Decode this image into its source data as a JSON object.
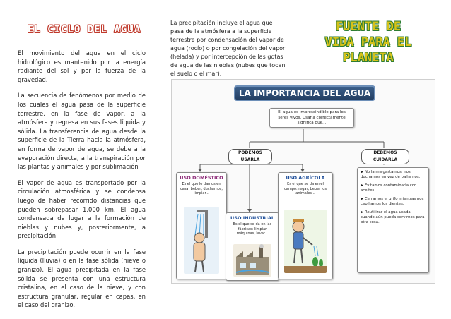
{
  "left": {
    "title": "EL CICLO DEL AGUA",
    "paragraphs": [
      "El movimiento del agua en el ciclo hidrológico es mantenido por la energía radiante del sol y por la fuerza de la gravedad.",
      "La secuencia de fenómenos por medio de los cuales el agua pasa de la superficie terrestre, en la fase de vapor, a la atmósfera y regresa en sus fases líquida y sólida. La transferencia de agua desde la superficie de la Tierra hacia la atmósfera, en forma de vapor de agua, se debe a la evaporación directa, a la transpiración por las plantas y animales y por sublimación",
      "El vapor de agua es transportado por la circulación atmosférica y se condensa luego de haber recorrido distancias que pueden sobrepasar 1.000 km. El agua condensada da lugar a la formación de nieblas y nubes y, posteriormente, a precipitación.",
      "La precipitación puede ocurrir en la fase líquida (lluvia) o en la fase sólida (nieve o granizo). El agua precipitada en la fase sólida se presenta con una estructura cristalina, en el caso de la nieve, y con estructura granular, regular en capas, en el caso del granizo."
    ]
  },
  "middle": {
    "paragraph": "La precipitación incluye el agua que pasa de la atmósfera a la superficie terrestre por condensación del vapor de agua (rocío) o por congelación del vapor (helada) y por intercepción de las gotas de agua de las nieblas (nubes que tocan el suelo o el mar)."
  },
  "right": {
    "title_lines": [
      "FUENTE DE",
      "VIDA PARA EL",
      "PLANETA"
    ]
  },
  "concept_map": {
    "title": "LA IMPORTANCIA DEL AGUA",
    "intro": "El agua es imprescindible para los seres vivos. Usarla correctamente significa que...",
    "use_label": "PODEMOS USARLA",
    "care_label": "DEBEMOS CUIDARLA",
    "uses": [
      {
        "title": "USO DOMÉSTICO",
        "text": "Es el que le damos en casa: beber, duchamos, limpiar..."
      },
      {
        "title": "USO INDUSTRIAL",
        "text": "Es el que se da en las fábricas: limpiar máquinas, lavar..."
      },
      {
        "title": "USO AGRÍCOLA",
        "text": "Es el que se da en el campo: regar, beber los animales..."
      }
    ],
    "care": [
      "No la malgastamos, nos duchamos en vez de bañarnos.",
      "Evitamos contaminarla con aceites.",
      "Cerramos el grifo mientras nos cepillamos los dientes.",
      "Reutilizar el agua usada cuando aún pueda servirnos para otra cosa."
    ]
  },
  "colors": {
    "title_red": "#c0392b",
    "fuente_yellow": "#d6c21a",
    "fuente_green": "#2e7d32",
    "map_header": "#243f63",
    "domestic_head": "#8e2d7a",
    "industrial_head": "#1f4f9a",
    "agricultural_head": "#1f4f9a"
  }
}
